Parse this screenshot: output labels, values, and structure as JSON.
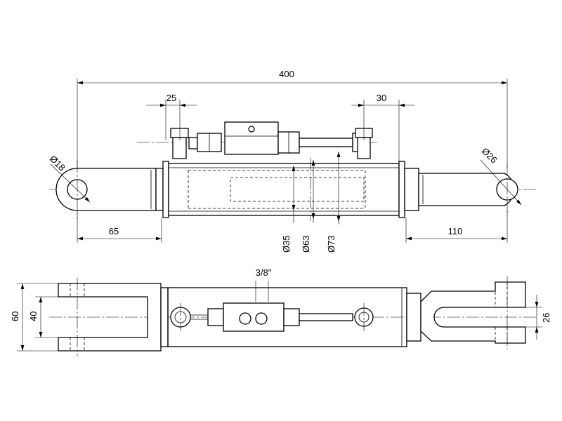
{
  "dimensions": {
    "overall_length": "400",
    "left_hose_port": "25",
    "right_hose_port": "30",
    "left_pin_diameter": "Ø18",
    "right_pin_diameter": "Ø26",
    "left_eye_to_barrel": "65",
    "right_eye_to_barrel": "110",
    "rod_diameter": "Ø35",
    "bore_diameter": "Ø63",
    "barrel_outer_diameter": "Ø73",
    "port_thread": "3/8\"",
    "fork_outer_width": "60",
    "fork_inner_width": "40",
    "right_eye_width": "26"
  }
}
